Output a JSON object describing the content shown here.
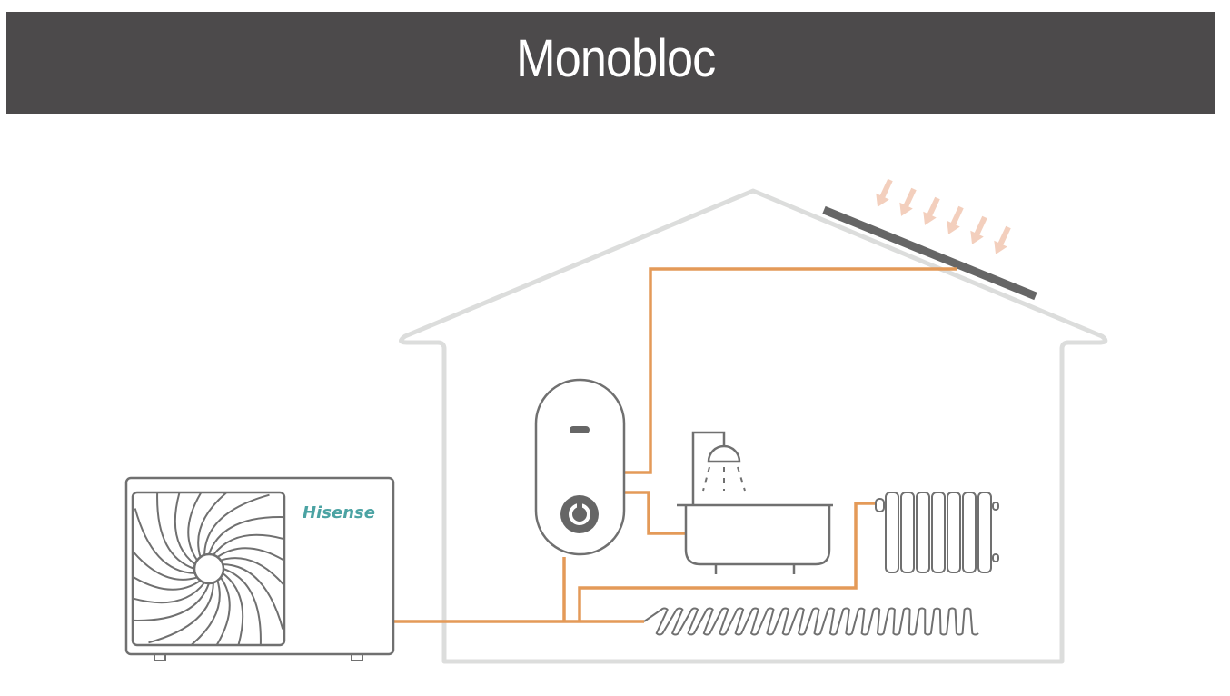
{
  "header": {
    "title": "Monobloc"
  },
  "outdoor_unit": {
    "brand": "Hisense",
    "brand_color": "#4ba3a3"
  },
  "colors": {
    "banner": "#4c4a4b",
    "house_outline": "#dcdddc",
    "pipe": "#e49a58",
    "appliance_stroke": "#707070",
    "solar_panel": "#666666",
    "sun_rays": "#f3cfbd"
  },
  "components": [
    {
      "id": "outdoor-unit",
      "label": "Outdoor heat pump unit"
    },
    {
      "id": "water-tank",
      "label": "Hot water cylinder"
    },
    {
      "id": "bathtub",
      "label": "Bathtub with shower"
    },
    {
      "id": "radiator",
      "label": "Radiator"
    },
    {
      "id": "underfloor-heating",
      "label": "Underfloor heating"
    },
    {
      "id": "solar-panel",
      "label": "Solar thermal panel"
    }
  ]
}
